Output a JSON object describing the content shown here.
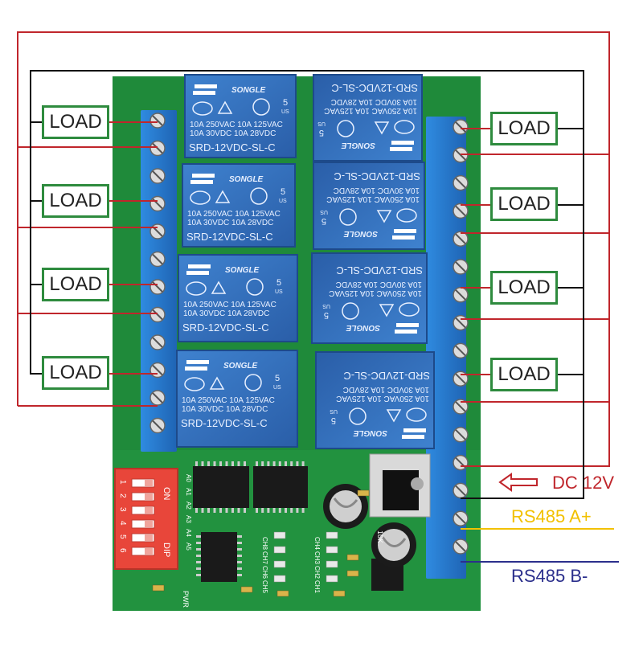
{
  "colors": {
    "red_wire": "#c0262c",
    "black_wire": "#111111",
    "yellow_wire": "#f2c100",
    "blue_wire": "#2b2f8c",
    "pcb_green": "#1f8a3a",
    "relay_blue": "#2f6db8",
    "terminal_blue": "#2a7fd2",
    "dip_red": "#e8463a",
    "load_border": "#2e8b3e"
  },
  "loads": {
    "left": [
      "LOAD",
      "LOAD",
      "LOAD",
      "LOAD"
    ],
    "right": [
      "LOAD",
      "LOAD",
      "LOAD",
      "LOAD"
    ]
  },
  "power": {
    "label": "DC 12V"
  },
  "rs485": {
    "a_label": "RS485 A+",
    "b_label": "RS485 B-"
  },
  "relays": {
    "brand": "SONGLE",
    "model": "SRD-12VDC-SL-C",
    "rating_line1": "10A 250VAC  10A 125VAC",
    "rating_line2": "10A  30VDC  10A  28VDC",
    "cert": "5",
    "cert_sub": "US"
  },
  "dip": {
    "on": "ON",
    "dip": "DIP",
    "numbers": [
      "1",
      "2",
      "3",
      "4",
      "5",
      "6"
    ]
  },
  "pcb": {
    "address_labels": [
      "A0",
      "A1",
      "A2",
      "A3",
      "A4",
      "A5"
    ],
    "channel_labels": [
      "CH8",
      "CH7",
      "CH6",
      "CH5",
      "CH4",
      "CH3",
      "CH2",
      "CH1"
    ],
    "pwr": "PWR",
    "res": "10K"
  }
}
